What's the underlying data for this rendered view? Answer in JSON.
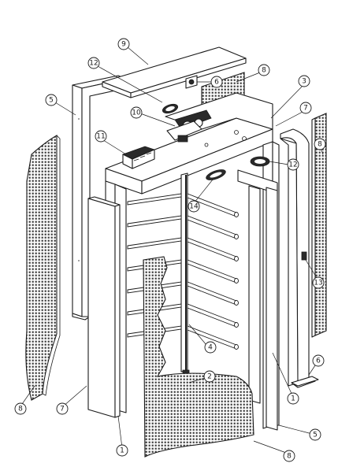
{
  "callouts": [
    {
      "id": "c9",
      "label": "9"
    },
    {
      "id": "c12a",
      "label": "12"
    },
    {
      "id": "c6a",
      "label": "6"
    },
    {
      "id": "c8a",
      "label": "8"
    },
    {
      "id": "c3",
      "label": "3"
    },
    {
      "id": "c5a",
      "label": "5"
    },
    {
      "id": "c10",
      "label": "10"
    },
    {
      "id": "c7a",
      "label": "7"
    },
    {
      "id": "c11",
      "label": "11"
    },
    {
      "id": "c8b",
      "label": "8"
    },
    {
      "id": "c12b",
      "label": "12"
    },
    {
      "id": "c14",
      "label": "14"
    },
    {
      "id": "c13",
      "label": "13"
    },
    {
      "id": "c4",
      "label": "4"
    },
    {
      "id": "c6b",
      "label": "6"
    },
    {
      "id": "c2",
      "label": "2"
    },
    {
      "id": "c1a",
      "label": "1"
    },
    {
      "id": "c8c",
      "label": "8"
    },
    {
      "id": "c7b",
      "label": "7"
    },
    {
      "id": "c5b",
      "label": "5"
    },
    {
      "id": "c1b",
      "label": "1"
    },
    {
      "id": "c8d",
      "label": "8"
    }
  ]
}
